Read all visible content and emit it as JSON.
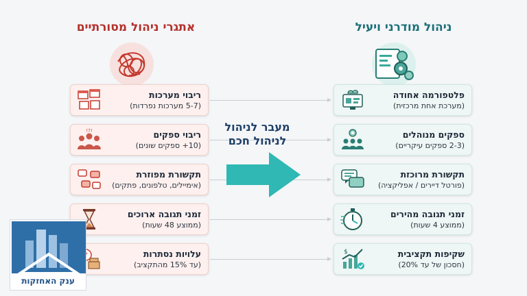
{
  "left_column": {
    "title": "אתגרי ניהול מסורתיים",
    "hero_icon": "tangled-gears-icon",
    "items": [
      {
        "title": "ריבוי מערכות",
        "subtitle": "(5-7 מערכות נפרדות)",
        "icon": "multiple-windows-icon"
      },
      {
        "title": "ריבוי ספקים",
        "subtitle": "(10+ ספקים שונים)",
        "icon": "crowd-icon"
      },
      {
        "title": "תקשורת מפוזרת",
        "subtitle": "(אימיילים, טלפונים, פתקים)",
        "icon": "scattered-messages-icon"
      },
      {
        "title": "זמני תגובה ארוכים",
        "subtitle": "(ממוצע 48 שעות)",
        "icon": "hourglass-icon"
      },
      {
        "title": "עלויות נסתרות",
        "subtitle": "(עד 15% מהתקציב)",
        "icon": "hidden-costs-icon"
      }
    ]
  },
  "right_column": {
    "title": "ניהול מודרני ויעיל",
    "hero_icon": "gears-dashboard-icon",
    "items": [
      {
        "title": "פלטפורמה אחודה",
        "subtitle": "(מערכת אחת מרכזית)",
        "icon": "cloud-monitor-icon"
      },
      {
        "title": "ספקים מנוהלים",
        "subtitle": "(2-3 ספקים עיקריים)",
        "icon": "team-gear-icon"
      },
      {
        "title": "תקשורת מרוכזת",
        "subtitle": "(פורטל דיירים / אפליקציה)",
        "icon": "chat-bubbles-icon"
      },
      {
        "title": "זמני תגובה מהירים",
        "subtitle": "(ממוצע 4 שעות)",
        "icon": "stopwatch-icon"
      },
      {
        "title": "שקיפות תקציבית",
        "subtitle": "(חסכון של עד 20%)",
        "icon": "growth-chart-icon"
      }
    ]
  },
  "middle": {
    "label_line1": "מעבר לניהול",
    "label_line2": "לניהול חכם",
    "arrow_icon": "transition-arrow-icon"
  },
  "logo": {
    "text": "ענק האחזקות",
    "icon": "buildings-house-icon"
  },
  "colors": {
    "left_accent": "#b4302a",
    "right_accent": "#1d6f78",
    "arrow": "#2fb8b4",
    "mid_text": "#1f3f66"
  }
}
